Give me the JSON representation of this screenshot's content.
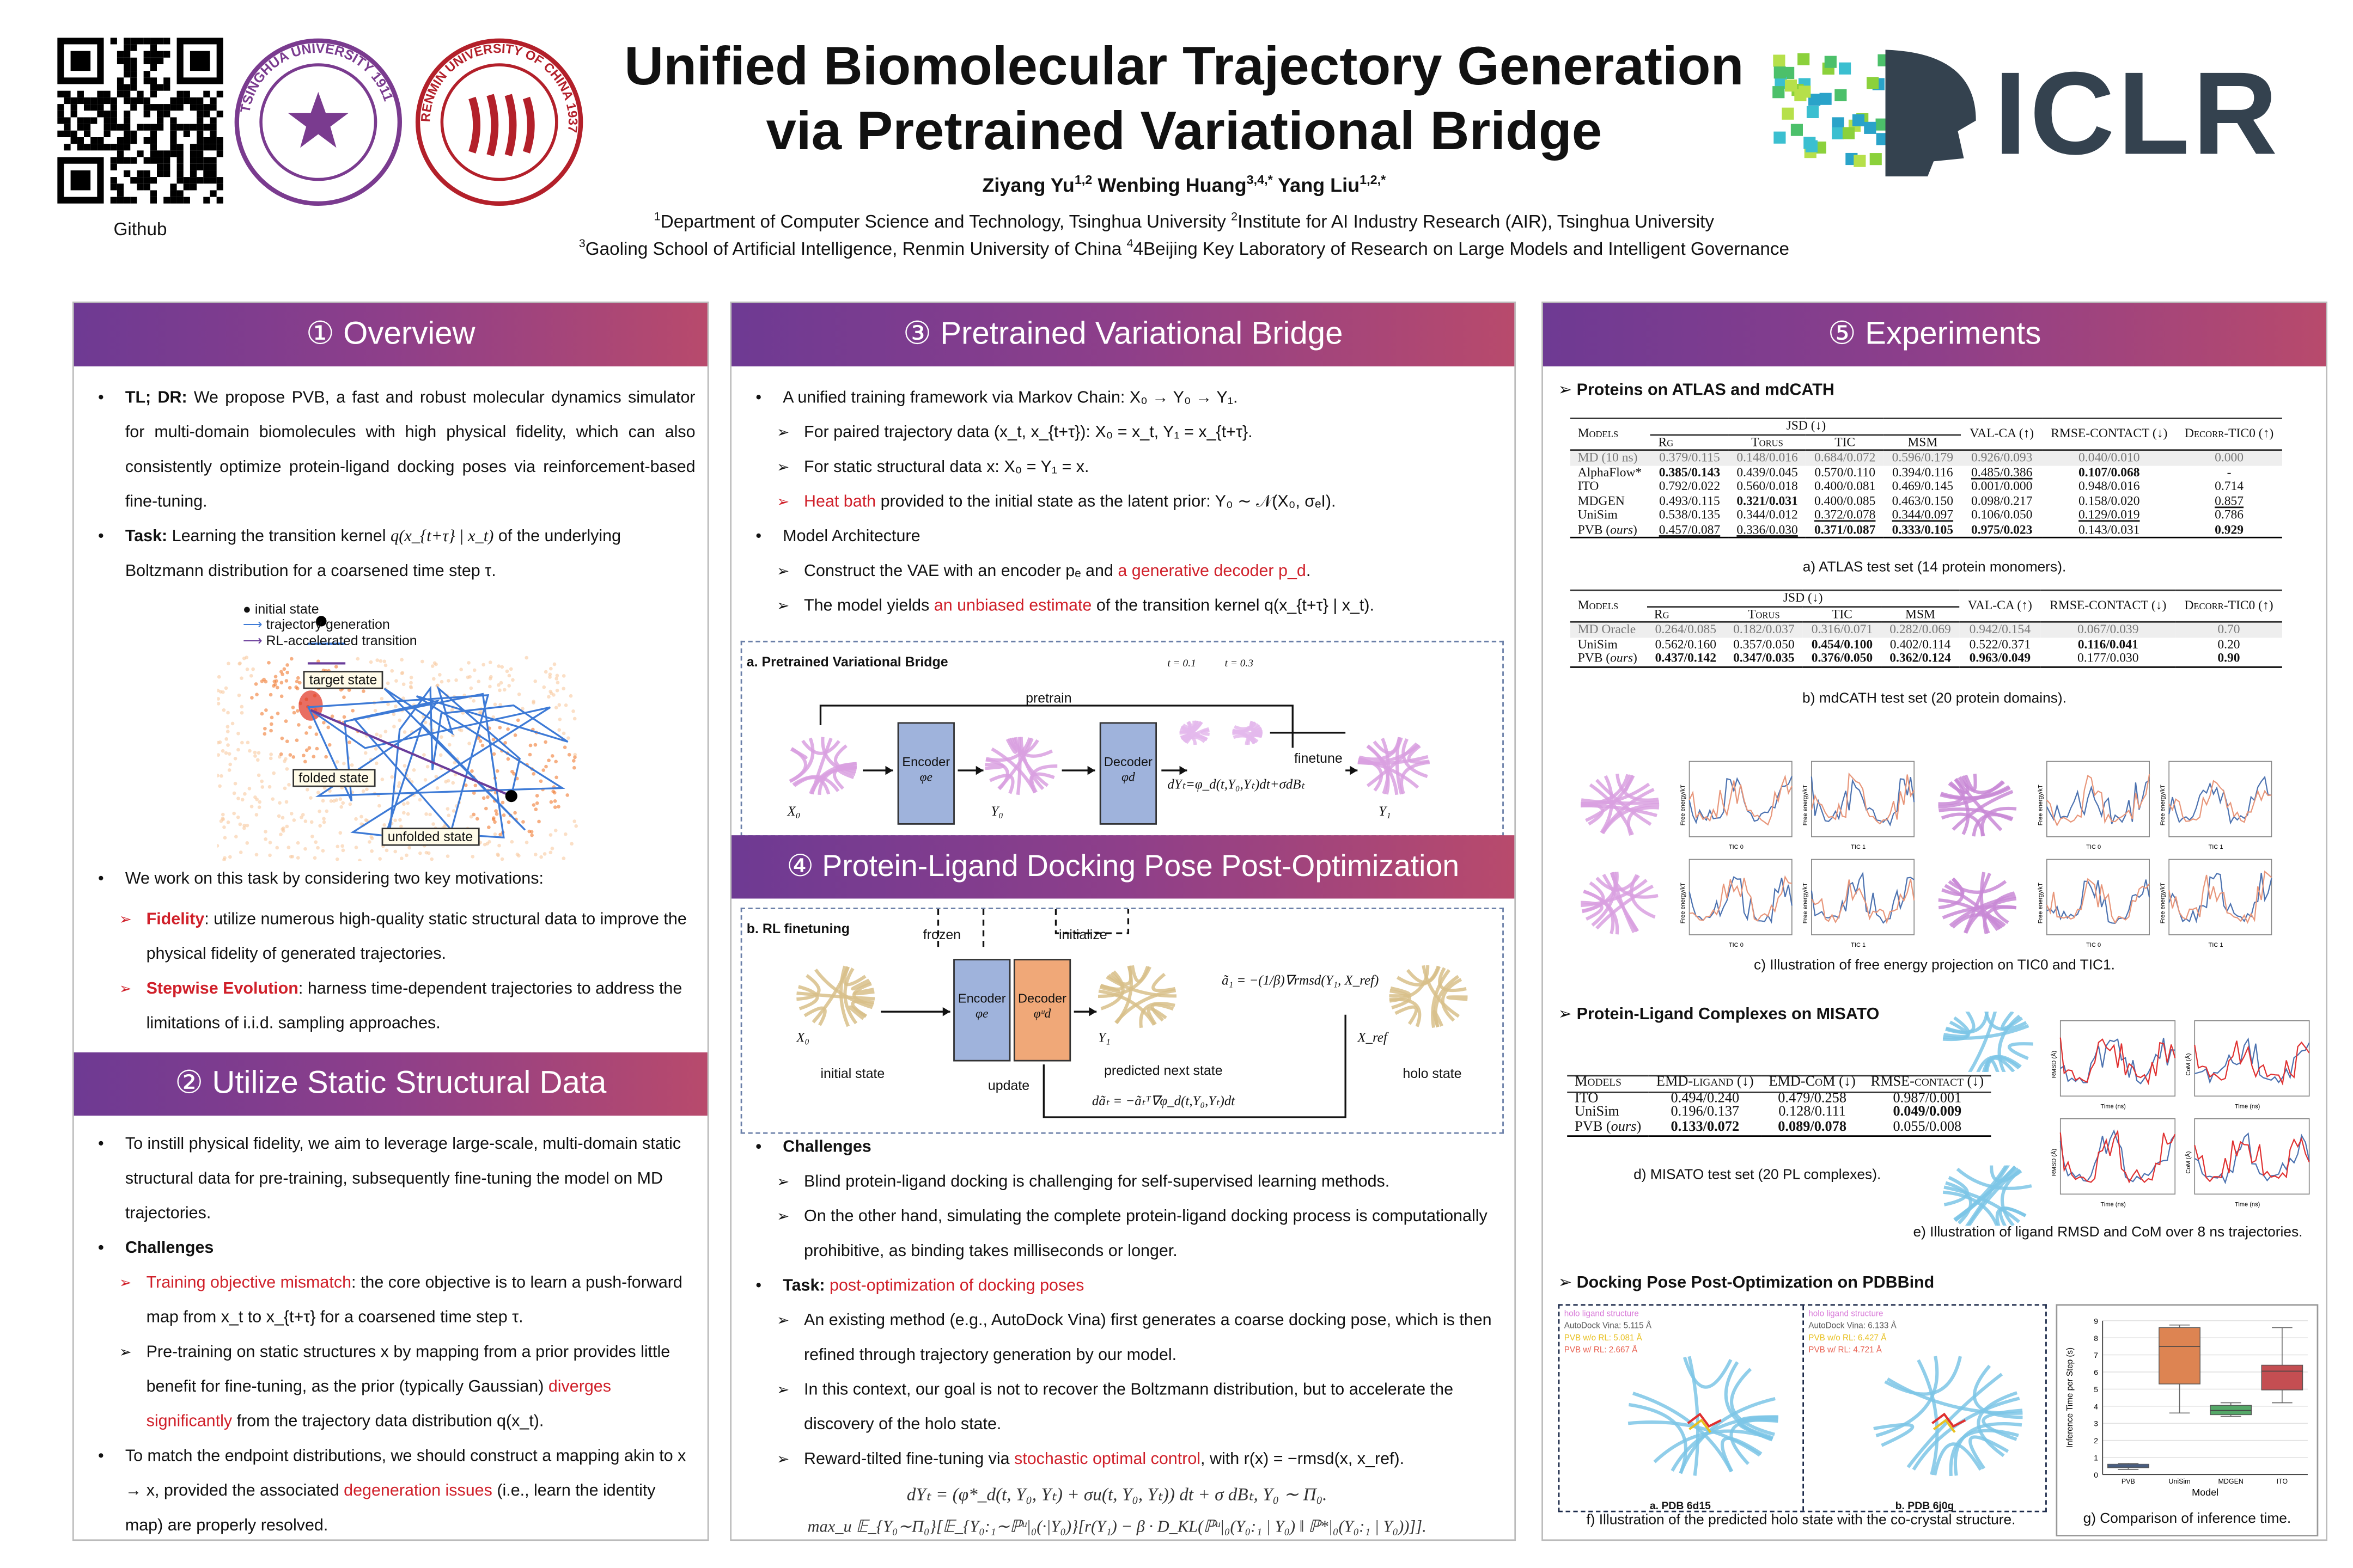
{
  "header": {
    "title_line1": "Unified Biomolecular Trajectory Generation",
    "title_line2": "via Pretrained Variational Bridge",
    "authors": [
      {
        "name": "Ziyang Yu",
        "sup": "1,2"
      },
      {
        "name": "Wenbing Huang",
        "sup": "3,4,*"
      },
      {
        "name": "Yang Liu",
        "sup": "1,2,*"
      }
    ],
    "affil_line1": {
      "s1": "1",
      "t1": "Department of Computer Science and Technology, Tsinghua University ",
      "s2": "2",
      "t2": "Institute for AI Industry Research (AIR), Tsinghua University"
    },
    "affil_line2": {
      "s3": "3",
      "t3": "Gaoling School of Artificial Intelligence, Renmin University of China ",
      "s4": "4",
      "t4": "4Beijing Key Laboratory of Research on Large Models and Intelligent Governance"
    },
    "github_label": "Github",
    "tsinghua_seal_text": "TSINGHUA UNIVERSITY 1911",
    "renmin_seal_text": "RENMIN UNIVERSITY OF CHINA 1937",
    "conference_logo": "ICLR"
  },
  "overview": {
    "title": "① Overview",
    "tldr_label": "TL; DR:",
    "tldr_text": " We propose PVB, a fast and robust molecular dynamics simulator for multi-domain biomolecules with high physical fidelity, which can also consistently optimize protein-ligand docking poses via reinforcement-based fine-tuning.",
    "task_label": "Task:",
    "task_text1": " Learning the transition kernel ",
    "task_math": "q(x_{t+τ} | x_t)",
    "task_text2": " of the underlying Boltzmann distribution for a coarsened time step τ.",
    "figure": {
      "legend": [
        "initial state",
        "trajectory generation",
        "RL-accelerated transition"
      ],
      "target": "target state",
      "folded": "folded state",
      "unfolded": "unfolded state"
    },
    "motivation_intro": "We work on this task by considering two key motivations:",
    "fidelity_label": "Fidelity",
    "fidelity_text": ": utilize numerous high-quality static structural data to improve the physical fidelity of generated trajectories.",
    "stepwise_label": "Stepwise Evolution",
    "stepwise_text": ":  harness time-dependent trajectories to address the limitations of i.i.d. sampling approaches."
  },
  "static": {
    "title": "② Utilize Static Structural Data",
    "intro": "To instill physical fidelity, we aim to leverage large-scale, multi-domain static structural data for pre-training, subsequently fine-tuning the model on MD trajectories.",
    "challenges": "Challenges",
    "c1_red": "Training objective mismatch",
    "c1_text": ": the core objective is to learn a push-forward map from x_t to x_{t+τ} for a coarsened time step τ.",
    "c2_text1": "Pre-training on static structures x by mapping from a prior provides little benefit for fine-tuning, as the prior (typically Gaussian) ",
    "c2_red": "diverges significantly",
    "c2_text2": " from the trajectory data distribution q(x_t).",
    "c3_text1": "To match the endpoint distributions, we should construct a mapping akin to x → x, provided the associated ",
    "c3_red": "degeneration issues",
    "c3_text2": " (i.e., learn the identity map) are properly resolved."
  },
  "pvb": {
    "title": "③ Pretrained Variational Bridge",
    "l1": "A unified training framework via Markov Chain: X₀ → Y₀ → Y₁.",
    "l2": "For paired trajectory data (x_t, x_{t+τ}): X₀ = x_t, Y₁ = x_{t+τ}.",
    "l3": "For static structural data x: X₀ = Y₁ = x.",
    "l4_red": "Heat bath",
    "l4_text": " provided to the initial state as the latent prior: Y₀ ∼ 𝒩(X₀, σₑI).",
    "arch": "Model Architecture",
    "l5_text1": "Construct the VAE with an encoder pₑ and ",
    "l5_red": "a generative decoder p_d",
    "l5_text2": ".",
    "l6_text1": "The model yields ",
    "l6_red": "an unbiased estimate",
    "l6_text2": " of the transition kernel q(x_{t+τ} | x_t).",
    "figure": {
      "label": "a. Pretrained Variational Bridge",
      "pretrain": "pretrain",
      "encoder": "Encoder",
      "enc_sym": "φe",
      "decoder": "Decoder",
      "dec_sym": "φd",
      "x0": "X₀",
      "y0": "Y₀",
      "y1": "Y₁",
      "t1": "t = 0.1",
      "t2": "t = 0.3",
      "finetune": "finetune",
      "sde": "dYₜ=φ_d(t,Y₀,Yₜ)dt+σdBₜ"
    }
  },
  "docking": {
    "title": "④ Protein-Ligand Docking Pose Post-Optimization",
    "figure": {
      "label": "b. RL finetuning",
      "frozen": "frozen",
      "initialize": "initialize",
      "encoder": "Encoder",
      "enc_sym": "φe",
      "decoder": "Decoder",
      "dec_sym": "φᵘd",
      "x0": "X₀",
      "y1": "Y₁",
      "xref": "X_ref",
      "initial": "initial state",
      "predicted": "predicted next state",
      "holo": "holo state",
      "update": "update",
      "a1": "ã₁ = −(1/β)∇rmsd(Y₁, X_ref)",
      "dat": "dãₜ = −ãₜᵀ∇φ_d(t,Y₀,Yₜ)dt"
    },
    "challenges": "Challenges",
    "c1": "Blind protein-ligand docking is challenging for self-supervised learning methods.",
    "c2": "On the other hand, simulating the complete protein-ligand docking process is computationally prohibitive, as binding takes milliseconds or longer.",
    "task_label": "Task:",
    "task_red": " post-optimization of docking poses",
    "t1": "An existing method (e.g., AutoDock Vina) first generates a coarse docking pose, which is then refined through trajectory generation by our model.",
    "t2": "In this context, our goal is not to recover the Boltzmann distribution, but to accelerate the discovery of the holo state.",
    "t3_text1": "Reward-tilted fine-tuning via ",
    "t3_red": "stochastic optimal control",
    "t3_text2": ", with r(x) = −rmsd(x, x_ref).",
    "eq1": "dYₜ = (φ*_d(t, Y₀, Yₜ) + σu(t, Y₀, Yₜ)) dt + σ dBₜ,  Y₀ ∼ Π₀.",
    "eq2": "max_u 𝔼_{Y₀∼Π₀}[𝔼_{Y₀:₁∼ℙᵘ|₀(·|Y₀)}[r(Y₁) − β · D_KL(ℙᵘ|₀(Y₀:₁ | Y₀) ‖ ℙ*|₀(Y₀:₁ | Y₀))]]."
  },
  "experiments": {
    "title": "⑤ Experiments",
    "atlas_heading": "Proteins on ATLAS and mdCATH",
    "table_headers": {
      "models": "Models",
      "jsd": "JSD (↓)",
      "rg": "Rg",
      "torus": "Torus",
      "tic": "TIC",
      "msm": "MSM",
      "valca": "VAL-CA (↑)",
      "rmse": "RMSE-CONTACT (↓)",
      "decorr": "Decorr-TIC0 (↑)"
    },
    "table_a": {
      "caption": "a) ATLAS test set (14 protein monomers).",
      "rows": [
        {
          "model": "MD (10 ns)",
          "gray": true,
          "cells": [
            {
              "v": "0.379/0.115"
            },
            {
              "v": "0.148/0.016"
            },
            {
              "v": "0.684/0.072"
            },
            {
              "v": "0.596/0.179"
            },
            {
              "v": "0.926/0.093"
            },
            {
              "v": "0.040/0.010"
            },
            {
              "v": "0.000"
            }
          ]
        },
        {
          "model": "AlphaFlow*",
          "cells": [
            {
              "v": "0.385/0.143",
              "b": true
            },
            {
              "v": "0.439/0.045"
            },
            {
              "v": "0.570/0.110"
            },
            {
              "v": "0.394/0.116"
            },
            {
              "v": "0.485/0.386",
              "u": true
            },
            {
              "v": "0.107/0.068",
              "b": true
            },
            {
              "v": "-"
            }
          ]
        },
        {
          "model": "ITO",
          "cells": [
            {
              "v": "0.792/0.022"
            },
            {
              "v": "0.560/0.018"
            },
            {
              "v": "0.400/0.081"
            },
            {
              "v": "0.469/0.145"
            },
            {
              "v": "0.001/0.000"
            },
            {
              "v": "0.948/0.016"
            },
            {
              "v": "0.714"
            }
          ]
        },
        {
          "model": "MDGEN",
          "cells": [
            {
              "v": "0.493/0.115"
            },
            {
              "v": "0.321/0.031",
              "b": true
            },
            {
              "v": "0.400/0.085"
            },
            {
              "v": "0.463/0.150"
            },
            {
              "v": "0.098/0.217"
            },
            {
              "v": "0.158/0.020"
            },
            {
              "v": "0.857",
              "u": true
            }
          ]
        },
        {
          "model": "UniSim",
          "cells": [
            {
              "v": "0.538/0.135"
            },
            {
              "v": "0.344/0.012"
            },
            {
              "v": "0.372/0.078",
              "u": true
            },
            {
              "v": "0.344/0.097",
              "u": true
            },
            {
              "v": "0.106/0.050"
            },
            {
              "v": "0.129/0.019",
              "u": true
            },
            {
              "v": "0.786"
            }
          ]
        },
        {
          "model": "PVB (ours)",
          "cells": [
            {
              "v": "0.457/0.087",
              "u": true
            },
            {
              "v": "0.336/0.030",
              "u": true
            },
            {
              "v": "0.371/0.087",
              "b": true
            },
            {
              "v": "0.333/0.105",
              "b": true
            },
            {
              "v": "0.975/0.023",
              "b": true
            },
            {
              "v": "0.143/0.031"
            },
            {
              "v": "0.929",
              "b": true
            }
          ]
        }
      ]
    },
    "table_b": {
      "caption": "b) mdCATH test set (20 protein domains).",
      "rows": [
        {
          "model": "MD Oracle",
          "gray": true,
          "cells": [
            {
              "v": "0.264/0.085"
            },
            {
              "v": "0.182/0.037"
            },
            {
              "v": "0.316/0.071"
            },
            {
              "v": "0.282/0.069"
            },
            {
              "v": "0.942/0.154"
            },
            {
              "v": "0.067/0.039"
            },
            {
              "v": "0.70"
            }
          ]
        },
        {
          "model": "UniSim",
          "cells": [
            {
              "v": "0.562/0.160"
            },
            {
              "v": "0.357/0.050"
            },
            {
              "v": "0.454/0.100",
              "b": true
            },
            {
              "v": "0.402/0.114"
            },
            {
              "v": "0.522/0.371"
            },
            {
              "v": "0.116/0.041",
              "b": true
            },
            {
              "v": "0.20"
            }
          ]
        },
        {
          "model": "PVB (ours)",
          "cells": [
            {
              "v": "0.437/0.142",
              "b": true
            },
            {
              "v": "0.347/0.035",
              "b": true
            },
            {
              "v": "0.376/0.050",
              "b": true
            },
            {
              "v": "0.362/0.124",
              "b": true
            },
            {
              "v": "0.963/0.049",
              "b": true
            },
            {
              "v": "0.177/0.030"
            },
            {
              "v": "0.90",
              "b": true
            }
          ]
        }
      ]
    },
    "fe_caption": "c) Illustration of free energy projection on TIC0 and TIC1.",
    "fe_labels": {
      "x0": "TIC 0",
      "x1": "TIC 1",
      "y": "Free energy/kT"
    },
    "misato_heading": "Protein-Ligand Complexes on MISATO",
    "table_d": {
      "caption": "d) MISATO test set (20 PL complexes).",
      "headers": [
        "Models",
        "EMD-ligand (↓)",
        "EMD-CoM (↓)",
        "RMSE-contact (↓)"
      ],
      "rows": [
        {
          "model": "ITO",
          "cells": [
            {
              "v": "0.494/0.240"
            },
            {
              "v": "0.479/0.258"
            },
            {
              "v": "0.987/0.001"
            }
          ]
        },
        {
          "model": "UniSim",
          "cells": [
            {
              "v": "0.196/0.137"
            },
            {
              "v": "0.128/0.111"
            },
            {
              "v": "0.049/0.009",
              "b": true
            }
          ]
        },
        {
          "model": "PVB (ours)",
          "cells": [
            {
              "v": "0.133/0.072",
              "b": true
            },
            {
              "v": "0.089/0.078",
              "b": true
            },
            {
              "v": "0.055/0.008"
            }
          ]
        }
      ]
    },
    "rmsd_caption": "e) Illustration of ligand RMSD and CoM over 8 ns trajectories.",
    "rmsd_labels": {
      "rmsd": "RMSD (Å)",
      "com": "CoM (Å)",
      "time": "Time (ns)"
    },
    "pdbbind_heading": "Docking Pose Post-Optimization on PDBBind",
    "panels": [
      {
        "holo": "holo ligand structure",
        "vina": "AutoDock Vina: 5.115 Å",
        "worl": "PVB w/o RL: 5.081 Å",
        "wrl": "PVB w/ RL: 2.667 Å",
        "name": "a. PDB 6d15"
      },
      {
        "holo": "holo ligand structure",
        "vina": "AutoDock Vina: 6.133 Å",
        "worl": "PVB w/o RL: 6.427 Å",
        "wrl": "PVB w/ RL: 4.721 Å",
        "name": "b. PDB 6j0g"
      }
    ],
    "f_caption": "f) Illustration of the predicted holo state with the co-crystal structure.",
    "g_caption": "g) Comparison of inference time."
  },
  "colors": {
    "accent_red": "#d0202a",
    "header_left": "#6e3a93",
    "header_right": "#b84a6c",
    "protein_pink": "#d9a0e0",
    "ligand_protein_blue": "#7cc6e6",
    "ligand_tan": "#d8c08a"
  },
  "chart_data": {
    "type": "box",
    "title": "",
    "xlabel": "Model",
    "ylabel": "Inference Time per Step (s)",
    "categories": [
      "PVB",
      "UniSim",
      "MDGEN",
      "ITO"
    ],
    "colors": [
      "#4c72b0",
      "#dd8452",
      "#55a868",
      "#c44e52"
    ],
    "boxes": [
      {
        "min": 0.3,
        "q1": 0.4,
        "median": 0.5,
        "q3": 0.6,
        "max": 0.65
      },
      {
        "min": 3.6,
        "q1": 5.3,
        "median": 7.5,
        "q3": 8.6,
        "max": 8.75
      },
      {
        "min": 3.4,
        "q1": 3.5,
        "median": 3.75,
        "q3": 4.05,
        "max": 4.2
      },
      {
        "min": 4.2,
        "q1": 4.95,
        "median": 6.05,
        "q3": 6.4,
        "max": 8.6
      }
    ],
    "ylim": [
      0,
      9
    ],
    "yticks": [
      0,
      1,
      2,
      3,
      4,
      5,
      6,
      7,
      8,
      9
    ],
    "grid": true
  }
}
